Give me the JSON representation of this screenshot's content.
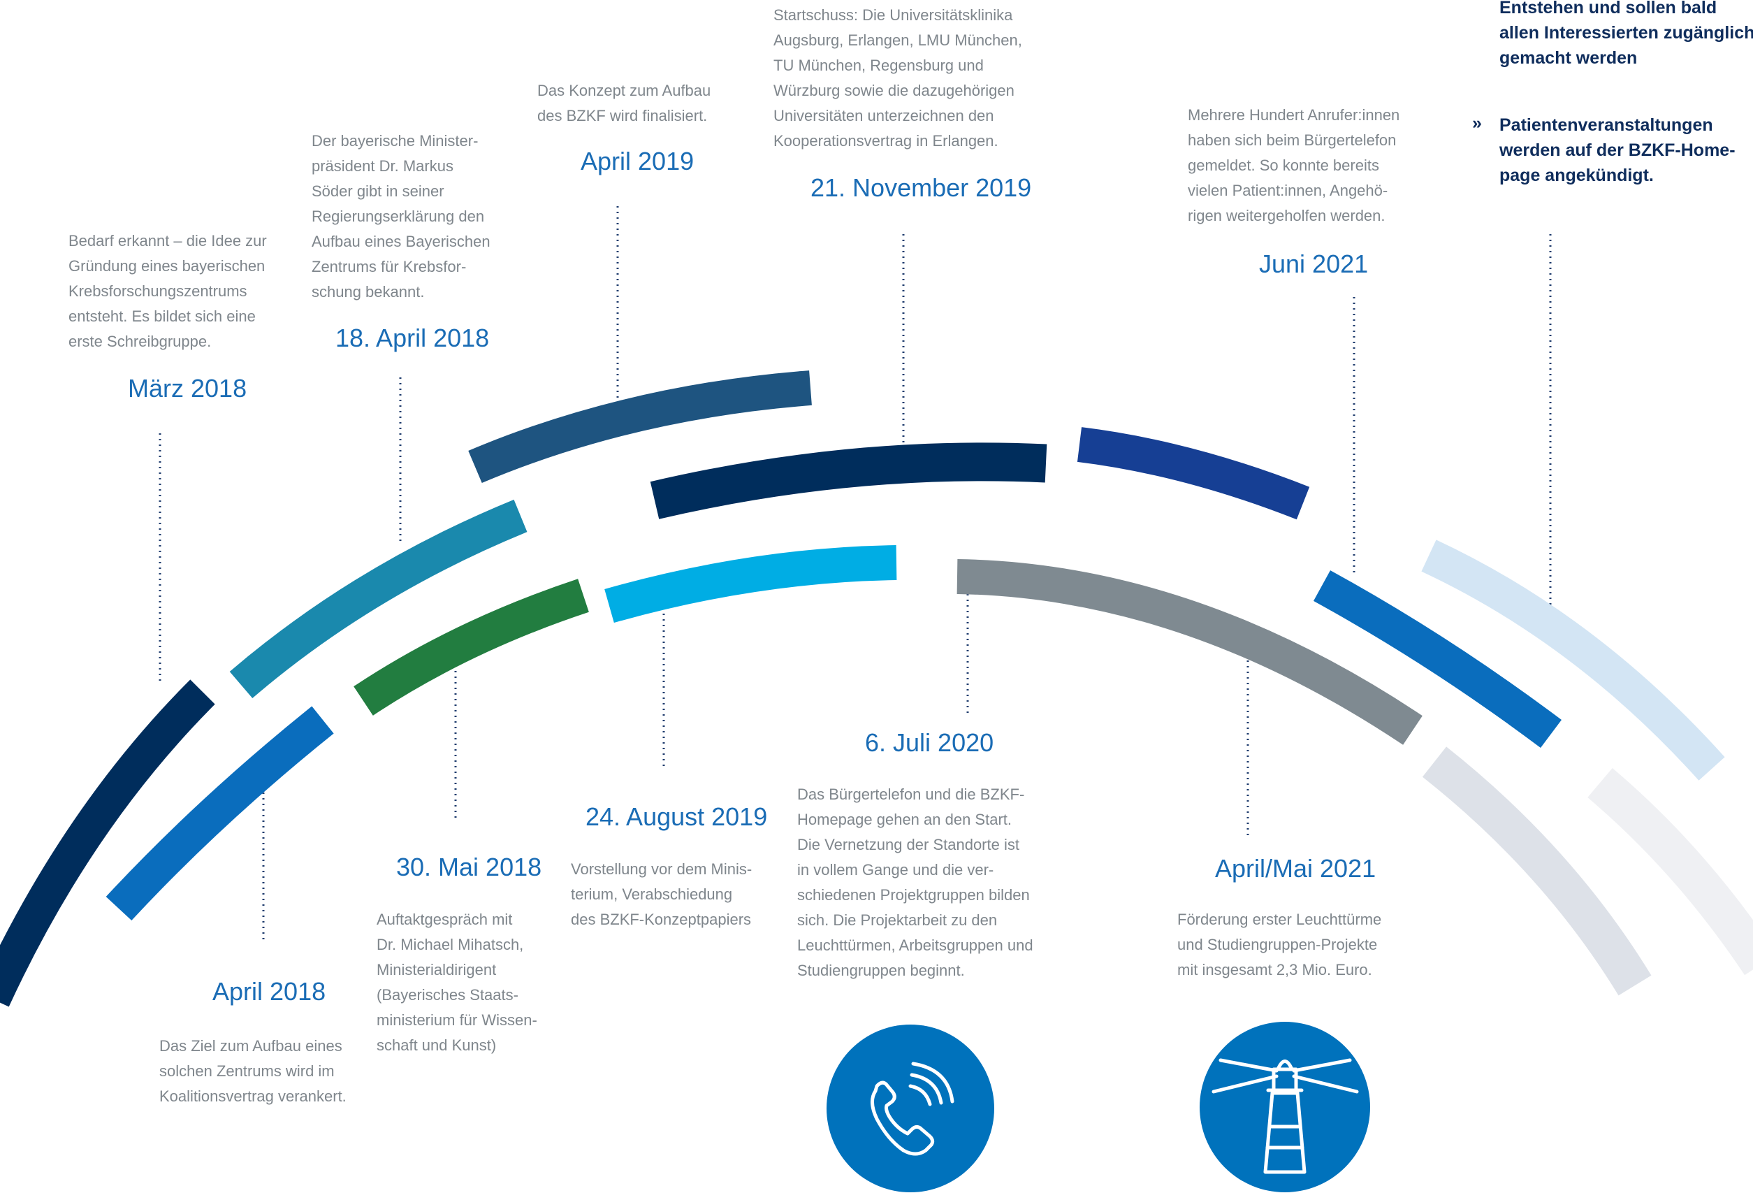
{
  "milestones": [
    {
      "date": "März 2018",
      "text": "Bedarf erkannt – die Idee zur\nGründung eines bayerischen\nKrebsforschungszentrums\nentsteht. Es bildet sich eine\nerste Schreibgruppe."
    },
    {
      "date": "April 2018",
      "text": "Das Ziel zum Aufbau eines\nsolchen Zentrums wird im\nKoalitionsvertrag verankert."
    },
    {
      "date": "18. April 2018",
      "text": "Der bayerische Minister-\npräsident Dr. Markus\nSöder gibt in seiner\nRegierungserklärung den\nAufbau eines Bayerischen\nZentrums für Krebsfor-\nschung bekannt."
    },
    {
      "date": "30. Mai 2018",
      "text": "Auftaktgespräch mit\nDr. Michael Mihatsch,\nMinisterialdirigent\n(Bayerisches Staats-\nministerium für Wissen-\nschaft und Kunst)"
    },
    {
      "date": "April 2019",
      "text": "Das Konzept zum Aufbau\ndes BZKF wird finalisiert."
    },
    {
      "date": "24. August 2019",
      "text": "Vorstellung vor dem Minis-\nterium, Verabschiedung\ndes BZKF-Konzeptpapiers"
    },
    {
      "date": "21. November 2019",
      "text": "Startschuss: Die Universitätsklinika\nAugsburg, Erlangen, LMU München,\nTU München, Regensburg und\nWürzburg sowie die dazugehörigen\nUniversitäten unterzeichnen den\nKooperationsvertrag in Erlangen."
    },
    {
      "date": "6. Juli 2020",
      "text": "Das Bürgertelefon und die BZKF-\nHomepage gehen an den Start.\nDie Vernetzung der Standorte ist\nin vollem Gange und die ver-\nschiedenen Projektgruppen bilden\nsich. Die Projektarbeit zu den\nLeuchttürmen, Arbeitsgruppen und\nStudiengruppen beginnt."
    },
    {
      "date": "April/Mai 2021",
      "text": "Förderung erster Leuchttürme\nund Studiengruppen-Projekte\nmit insgesamt 2,3 Mio. Euro."
    },
    {
      "date": "Juni 2021",
      "text": "Mehrere Hundert Anrufer:innen\nhaben sich beim Bürgertelefon\ngemeldet. So konnte bereits\nvielen Patient:innen, Angehö-\nrigen weitergeholfen werden."
    }
  ],
  "right_column": {
    "text_top": "Entstehen und sollen bald\nallen Interessierten zugänglich\ngemacht werden",
    "bullet": "»",
    "text_bullet": "Patientenveranstaltungen\nwerden auf der BZKF-Home-\npage angekündigt."
  },
  "icons": [
    {
      "name": "phone-icon",
      "color": "#0072bc"
    },
    {
      "name": "lighthouse-icon",
      "color": "#0072bc"
    }
  ],
  "colors": {
    "date_blue": "#1a6cb5",
    "body_gray": "#7f868c",
    "navy": "#002d5c",
    "accent_blue": "#0072bc"
  }
}
